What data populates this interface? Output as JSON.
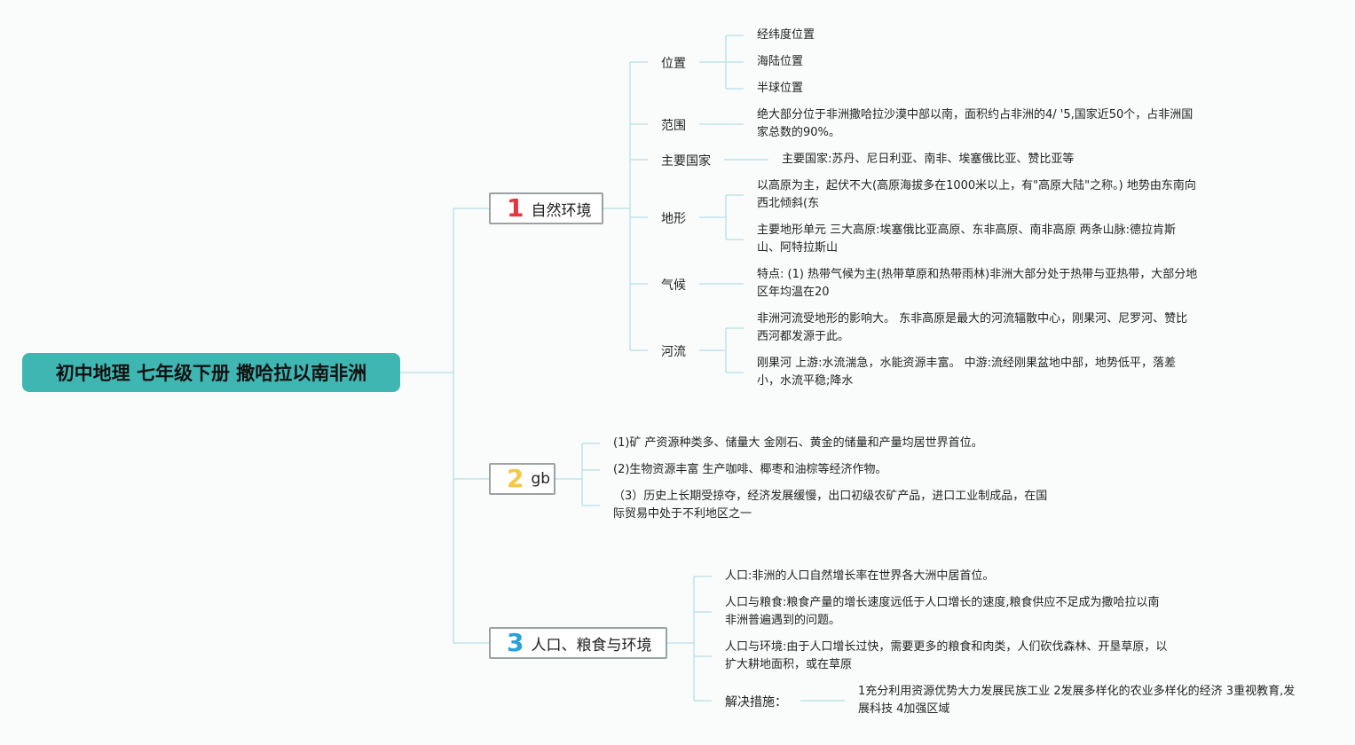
{
  "root": {
    "title": "初中地理 七年级下册 撒哈拉以南非洲"
  },
  "branch1": {
    "number": "1",
    "number_color": "#e8323c",
    "label": "自然环境",
    "location": {
      "label": "位置",
      "items": [
        "经纬度位置",
        "海陆位置",
        "半球位置"
      ]
    },
    "scope": {
      "label": "范围",
      "text": "绝大部分位于非洲撒哈拉沙漠中部以南，面积约占非洲的4/ '5,国家近50个，占非洲国家总数的90%。"
    },
    "countries": {
      "label": "主要国家",
      "text": "主要国家:苏丹、尼日利亚、南非、埃塞俄比亚、赞比亚等"
    },
    "terrain": {
      "label": "地形",
      "items": [
        "以高原为主，起伏不大(高原海拔多在1000米以上，有\"高原大陆\"之称。) 地势由东南向西北倾斜(东",
        "主要地形单元 三大高原:埃塞俄比亚高原、东非高原、南非高原 两条山脉:德拉肯斯山、阿特拉斯山"
      ]
    },
    "climate": {
      "label": "气候",
      "text": "特点: (1) 热带气候为主(热带草原和热带雨林)非洲大部分处于热带与亚热带，大部分地区年均温在20"
    },
    "rivers": {
      "label": "河流",
      "items": [
        "非洲河流受地形的影响大。 东非高原是最大的河流辐散中心，刚果河、尼罗河、赞比西河都发源于此。",
        "刚果河 上游:水流湍急，水能资源丰富。 中游:流经刚果盆地中部，地势低平，落差小，水流平稳;降水"
      ]
    }
  },
  "branch2": {
    "number": "2",
    "number_color": "#f5c842",
    "label": "gb",
    "items": [
      "(1)矿 产资源种类多、储量大 金刚石、黄金的储量和产量均居世界首位。",
      "(2)生物资源丰富 生产咖啡、椰枣和油棕等经济作物。",
      "（3）历史上长期受掠夺，经济发展缓慢，出口初级农矿产品，进口工业制成品，在国际贸易中处于不利地区之一"
    ]
  },
  "branch3": {
    "number": "3",
    "number_color": "#2a9fd8",
    "label": "人口、粮食与环境",
    "items": [
      "人口:非洲的人口自然增长率在世界各大洲中居首位。",
      "人口与粮食:粮食产量的增长速度远低于人口增长的速度,粮食供应不足成为撒哈拉以南非洲普遍遇到的问题。",
      "人口与环境:由于人口增长过快，需要更多的粮食和肉类，人们砍伐森林、开垦草原，以扩大耕地面积，或在草原"
    ],
    "measures": {
      "label": "解决措施：",
      "text": "1充分利用资源优势大力发展民族工业 2发展多样化的农业多样化的经济 3重视教育,发展科技 4加强区域"
    }
  },
  "colors": {
    "connector": "#bfe3ea",
    "root_fill": "#3fb6b2",
    "branch_border": "#9aa3a3"
  }
}
